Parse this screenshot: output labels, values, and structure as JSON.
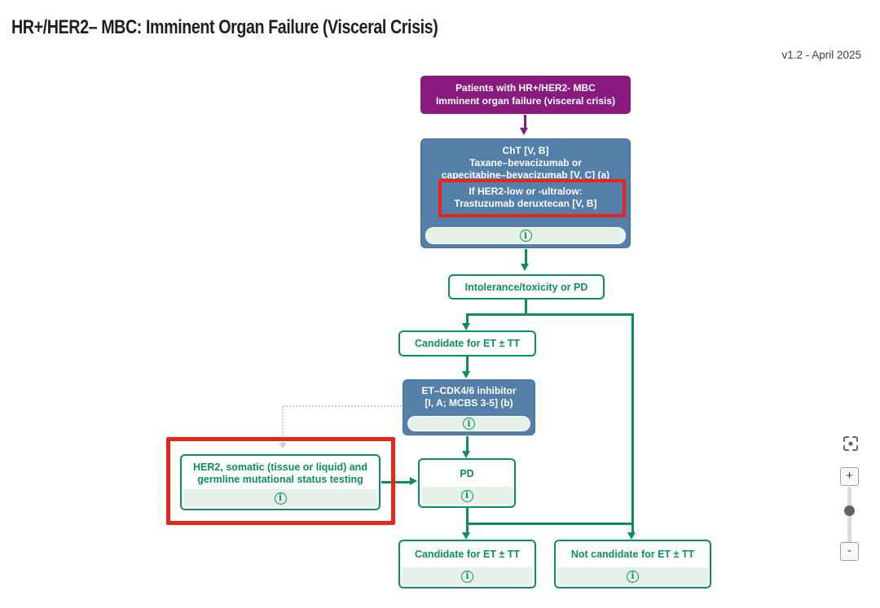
{
  "header": {
    "title": "HR+/HER2– MBC: Imminent Organ Failure (Visceral Crisis)",
    "version": "v1.2 - April 2025"
  },
  "nodes": {
    "patients": {
      "lines": [
        "Patients with HR+/HER2- MBC",
        "Imminent organ failure (visceral crisis)"
      ]
    },
    "cht": {
      "lines": [
        "ChT [V, B]",
        "Taxane–bevacizumab or",
        "capecitabine–bevacizumab [V, C] (a)",
        "If HER2-low or -ultralow:",
        "Trastuzumab deruxtecan [V, B]"
      ]
    },
    "intolerance": {
      "label": "Intolerance/toxicity or PD"
    },
    "candidate_mid": {
      "label": "Candidate for ET ± TT"
    },
    "et_cdk46": {
      "lines": [
        "ET–CDK4/6 inhibitor",
        "[I, A; MCBS 3-5] (b)"
      ]
    },
    "her2_testing": {
      "lines": [
        "HER2, somatic (tissue or liquid) and",
        "germline mutational status testing"
      ]
    },
    "pd": {
      "label": "PD"
    },
    "candidate_bottom": {
      "label": "Candidate for ET ± TT"
    },
    "not_candidate": {
      "label": "Not candidate for ET ± TT"
    }
  },
  "icons": {
    "info": "i"
  },
  "controls": {
    "zoom_in": "+",
    "zoom_out": "-"
  },
  "colors": {
    "green": "#0d8e60",
    "blue": "#537fa9",
    "purple": "#8a1b7e",
    "highlight_red": "#e8251c",
    "info_strip": "#e6f1ea"
  }
}
